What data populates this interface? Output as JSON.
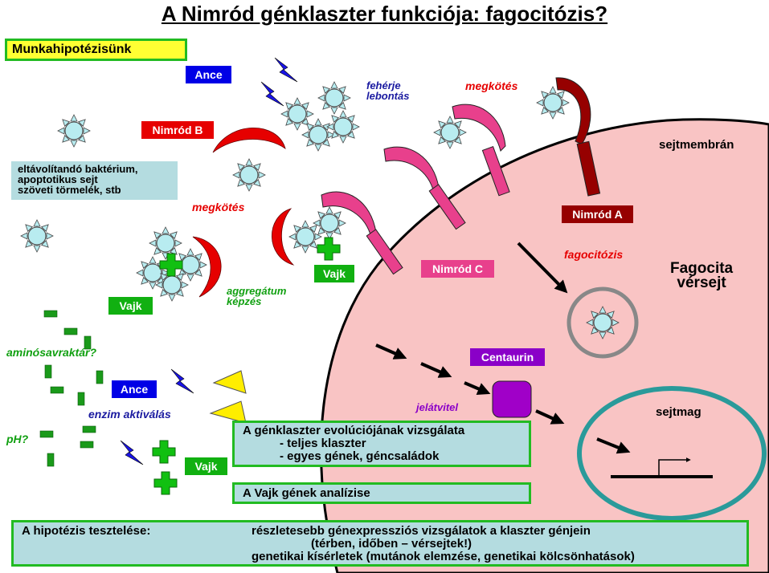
{
  "title": "A Nimród génklaszter funkciója: fagocitózis?",
  "hypothesis_label": "Munkahipotézisünk",
  "bacteria_box": [
    "eltávolítandó baktérium,",
    "apoptotikus sejt",
    "szöveti törmelék, stb"
  ],
  "proteins": {
    "ance_top": "Ance",
    "nimrod_b": "Nimród B",
    "vajk_left": "Vajk",
    "vajk_mid": "Vajk",
    "nimrod_c": "Nimród C",
    "nimrod_a": "Nimród A",
    "centaurin": "Centaurin",
    "ance_bottom": "Ance",
    "vajk_bottom": "Vajk"
  },
  "annotations": {
    "feherje_lebontas": [
      "fehérje",
      "lebontás"
    ],
    "megkotes_top": "megkötés",
    "megkotes_left": "megkötés",
    "aggregatum": [
      "aggregátum",
      "képzés"
    ],
    "fagocitozis": "fagocitózis",
    "aminosavraktar": "aminósavraktár?",
    "enzim_aktivalas": "enzim aktiválás",
    "ph": "pH?",
    "jelatvitel": "jelátvitel"
  },
  "cell_labels": {
    "sejtmembran": "sejtmembrán",
    "fagocita": [
      "Fagocita",
      "vérsejt"
    ],
    "sejtmag": "sejtmag"
  },
  "evolution_box": [
    "A génklaszter evolúciójának vizsgálata",
    "- teljes klaszter",
    "- egyes gének, géncsaládok"
  ],
  "vajk_analysis": "A Vajk gének analízise",
  "testing": {
    "label": "A hipotézis tesztelése:",
    "lines": [
      "részletesebb génexpressziós vizsgálatok a klaszter génjein",
      "(térben, időben – vérsejtek!)",
      "genetikai kísérletek (mutánok elemzése, genetikai kölcsönhatások)"
    ]
  },
  "colors": {
    "ance": "#0000e6",
    "nimrod_b": "#e60000",
    "vajk": "#00b000",
    "nimrod_c": "#e8408c",
    "nimrod_a": "#960000",
    "centaurin": "#8a00c8",
    "cell": "#f9c4c4",
    "nucleus_ring": "#2a9a9a",
    "info_box": "#b4dce0",
    "box_border": "#22bb22",
    "hypothesis_bg": "#ffff33"
  },
  "icons": [
    "bacterium-icon",
    "lightning-icon",
    "crescent-receptor-icon",
    "green-cross-icon",
    "yellow-triangle-icon",
    "arrow-icon",
    "phagosome-icon",
    "nucleus-icon",
    "promoter-icon"
  ]
}
